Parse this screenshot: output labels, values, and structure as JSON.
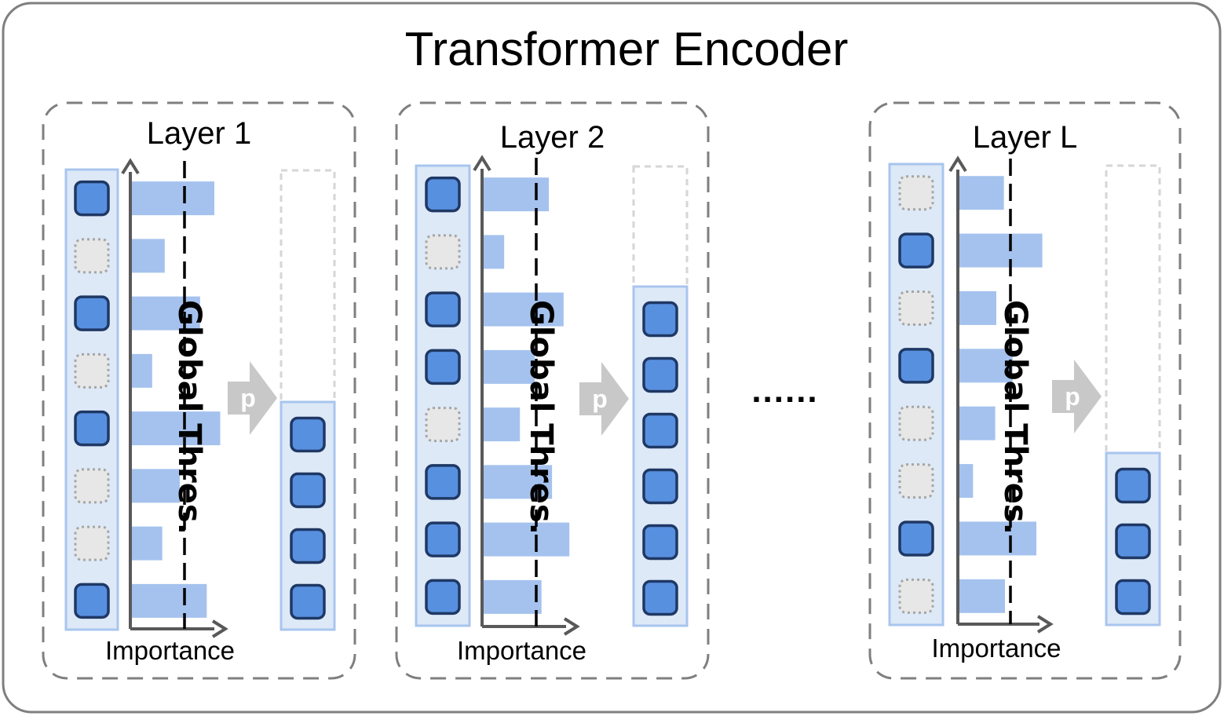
{
  "title": "Transformer Encoder",
  "threshold_label": "Global Thres.",
  "axis_label": "Importance",
  "prune_label": "p",
  "ellipsis": "......",
  "colors": {
    "token_kept_fill": "#5890e0",
    "token_kept_stroke": "#1f3864",
    "token_pruned_fill": "#e7e7e7",
    "token_pruned_stroke": "#a6a6a6",
    "column_fill": "#dde9f7",
    "column_stroke": "#a9c5ee",
    "bar_fill": "#a5c2ee",
    "arrow_fill": "#c8c8c8",
    "axis": "#595959",
    "frame": "#7f7f7f"
  },
  "layers": [
    {
      "name": "Layer 1",
      "tokens": [
        true,
        false,
        true,
        false,
        true,
        false,
        false,
        true
      ],
      "importance": [
        1.0,
        0.41,
        0.83,
        0.26,
        1.07,
        0.59,
        0.38,
        0.91
      ],
      "output_count": 4
    },
    {
      "name": "Layer 2",
      "tokens": [
        true,
        false,
        true,
        true,
        false,
        true,
        true,
        true
      ],
      "importance": [
        1.27,
        0.42,
        1.55,
        1.0,
        0.72,
        1.33,
        1.66,
        1.13
      ],
      "output_count": 6
    },
    {
      "name": "Layer L",
      "tokens": [
        false,
        true,
        false,
        true,
        false,
        false,
        true,
        false
      ],
      "importance": [
        0.85,
        1.56,
        0.71,
        1.01,
        0.69,
        0.28,
        1.45,
        0.87
      ],
      "output_count": 3
    }
  ]
}
